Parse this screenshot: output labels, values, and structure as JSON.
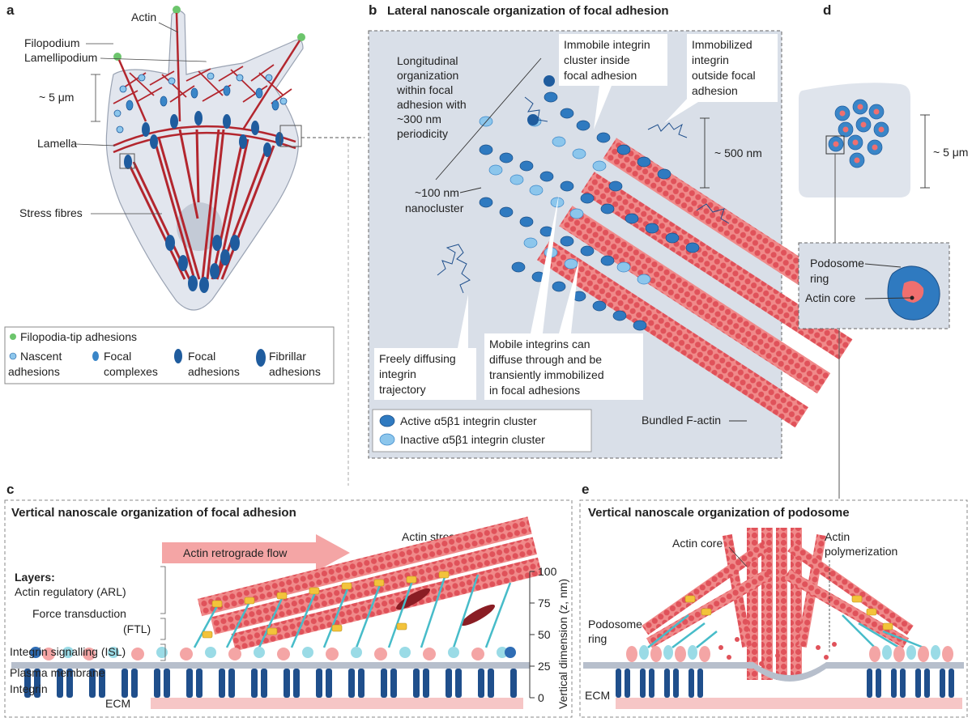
{
  "panels": {
    "a": {
      "letter": "a",
      "labels": {
        "actin": "Actin",
        "filopodium": "Filopodium",
        "lamellipodium": "Lamellipodium",
        "scale": "~ 5 μm",
        "lamella": "Lamella",
        "stress_fibres": "Stress fibres"
      },
      "legend": {
        "filopodia_tip": "Filopodia-tip adhesions",
        "nascent_1": "Nascent",
        "nascent_2": "adhesions",
        "focal_complexes_1": "Focal",
        "focal_complexes_2": "complexes",
        "focal_adhesions_1": "Focal",
        "focal_adhesions_2": "adhesions",
        "fibrillar_1": "Fibrillar",
        "fibrillar_2": "adhesions"
      }
    },
    "b": {
      "letter": "b",
      "title": "Lateral nanoscale organization of focal adhesion",
      "labels": {
        "longitudinal": [
          "Longitudinal",
          "organization",
          "within focal",
          "adhesion with",
          "~300 nm",
          "periodicity"
        ],
        "immobile_inside": [
          "Immobile integrin",
          "cluster inside",
          "focal adhesion"
        ],
        "immobilized_outside": [
          "Immobilized",
          "integrin",
          "outside focal",
          "adhesion"
        ],
        "scale": "~ 500 nm",
        "nanocluster": [
          "~100 nm",
          "nanocluster"
        ],
        "freely_diffusing": [
          "Freely diffusing",
          "integrin",
          "trajectory"
        ],
        "mobile_integrins": [
          "Mobile integrins can",
          "diffuse through and be",
          "transiently immobilized",
          "in focal adhesions"
        ],
        "bundled_factin": "Bundled F-actin"
      },
      "legend": {
        "active": "Active α5β1 integrin cluster",
        "inactive": "Inactive α5β1 integrin cluster"
      }
    },
    "c": {
      "letter": "c",
      "title": "Vertical nanoscale organization of focal adhesion",
      "labels": {
        "retrograde": "Actin retrograde flow",
        "stress_fibres": "Actin stress fibres",
        "layers": "Layers:",
        "arl": "Actin regulatory (ARL)",
        "ftl_1": "Force transduction",
        "ftl_2": "(FTL)",
        "isl": "Integrin signalling (ISL)",
        "plasma_membrane": "Plasma membrane",
        "integrin": "Integrin",
        "ecm": "ECM",
        "axis_label": "Vertical dimension (z, nm)"
      },
      "axis_ticks": [
        "100",
        "75",
        "50",
        "25",
        "0"
      ]
    },
    "d": {
      "letter": "d",
      "labels": {
        "scale": "~ 5 μm",
        "podosome_ring_1": "Podosome",
        "podosome_ring_2": "ring",
        "actin_core": "Actin core"
      }
    },
    "e": {
      "letter": "e",
      "title": "Vertical nanoscale organization of podosome",
      "labels": {
        "actin_core": "Actin core",
        "actin_poly_1": "Actin",
        "actin_poly_2": "polymerization",
        "podosome_ring_1": "Podosome",
        "podosome_ring_2": "ring",
        "ecm": "ECM"
      }
    }
  },
  "colors": {
    "cell_fill": "#dfe4ec",
    "panel_bg": "#d9dfe8",
    "actin_red": "#b3262e",
    "actin_pink": "#ef6f6f",
    "dark_blue": "#1f5c9e",
    "mid_blue": "#3a86c8",
    "light_blue": "#8cc6ec",
    "green": "#6cc56c",
    "yellow": "#f3c33b",
    "cyan": "#7ed3df",
    "ecm_pink": "#f6c6c6"
  }
}
